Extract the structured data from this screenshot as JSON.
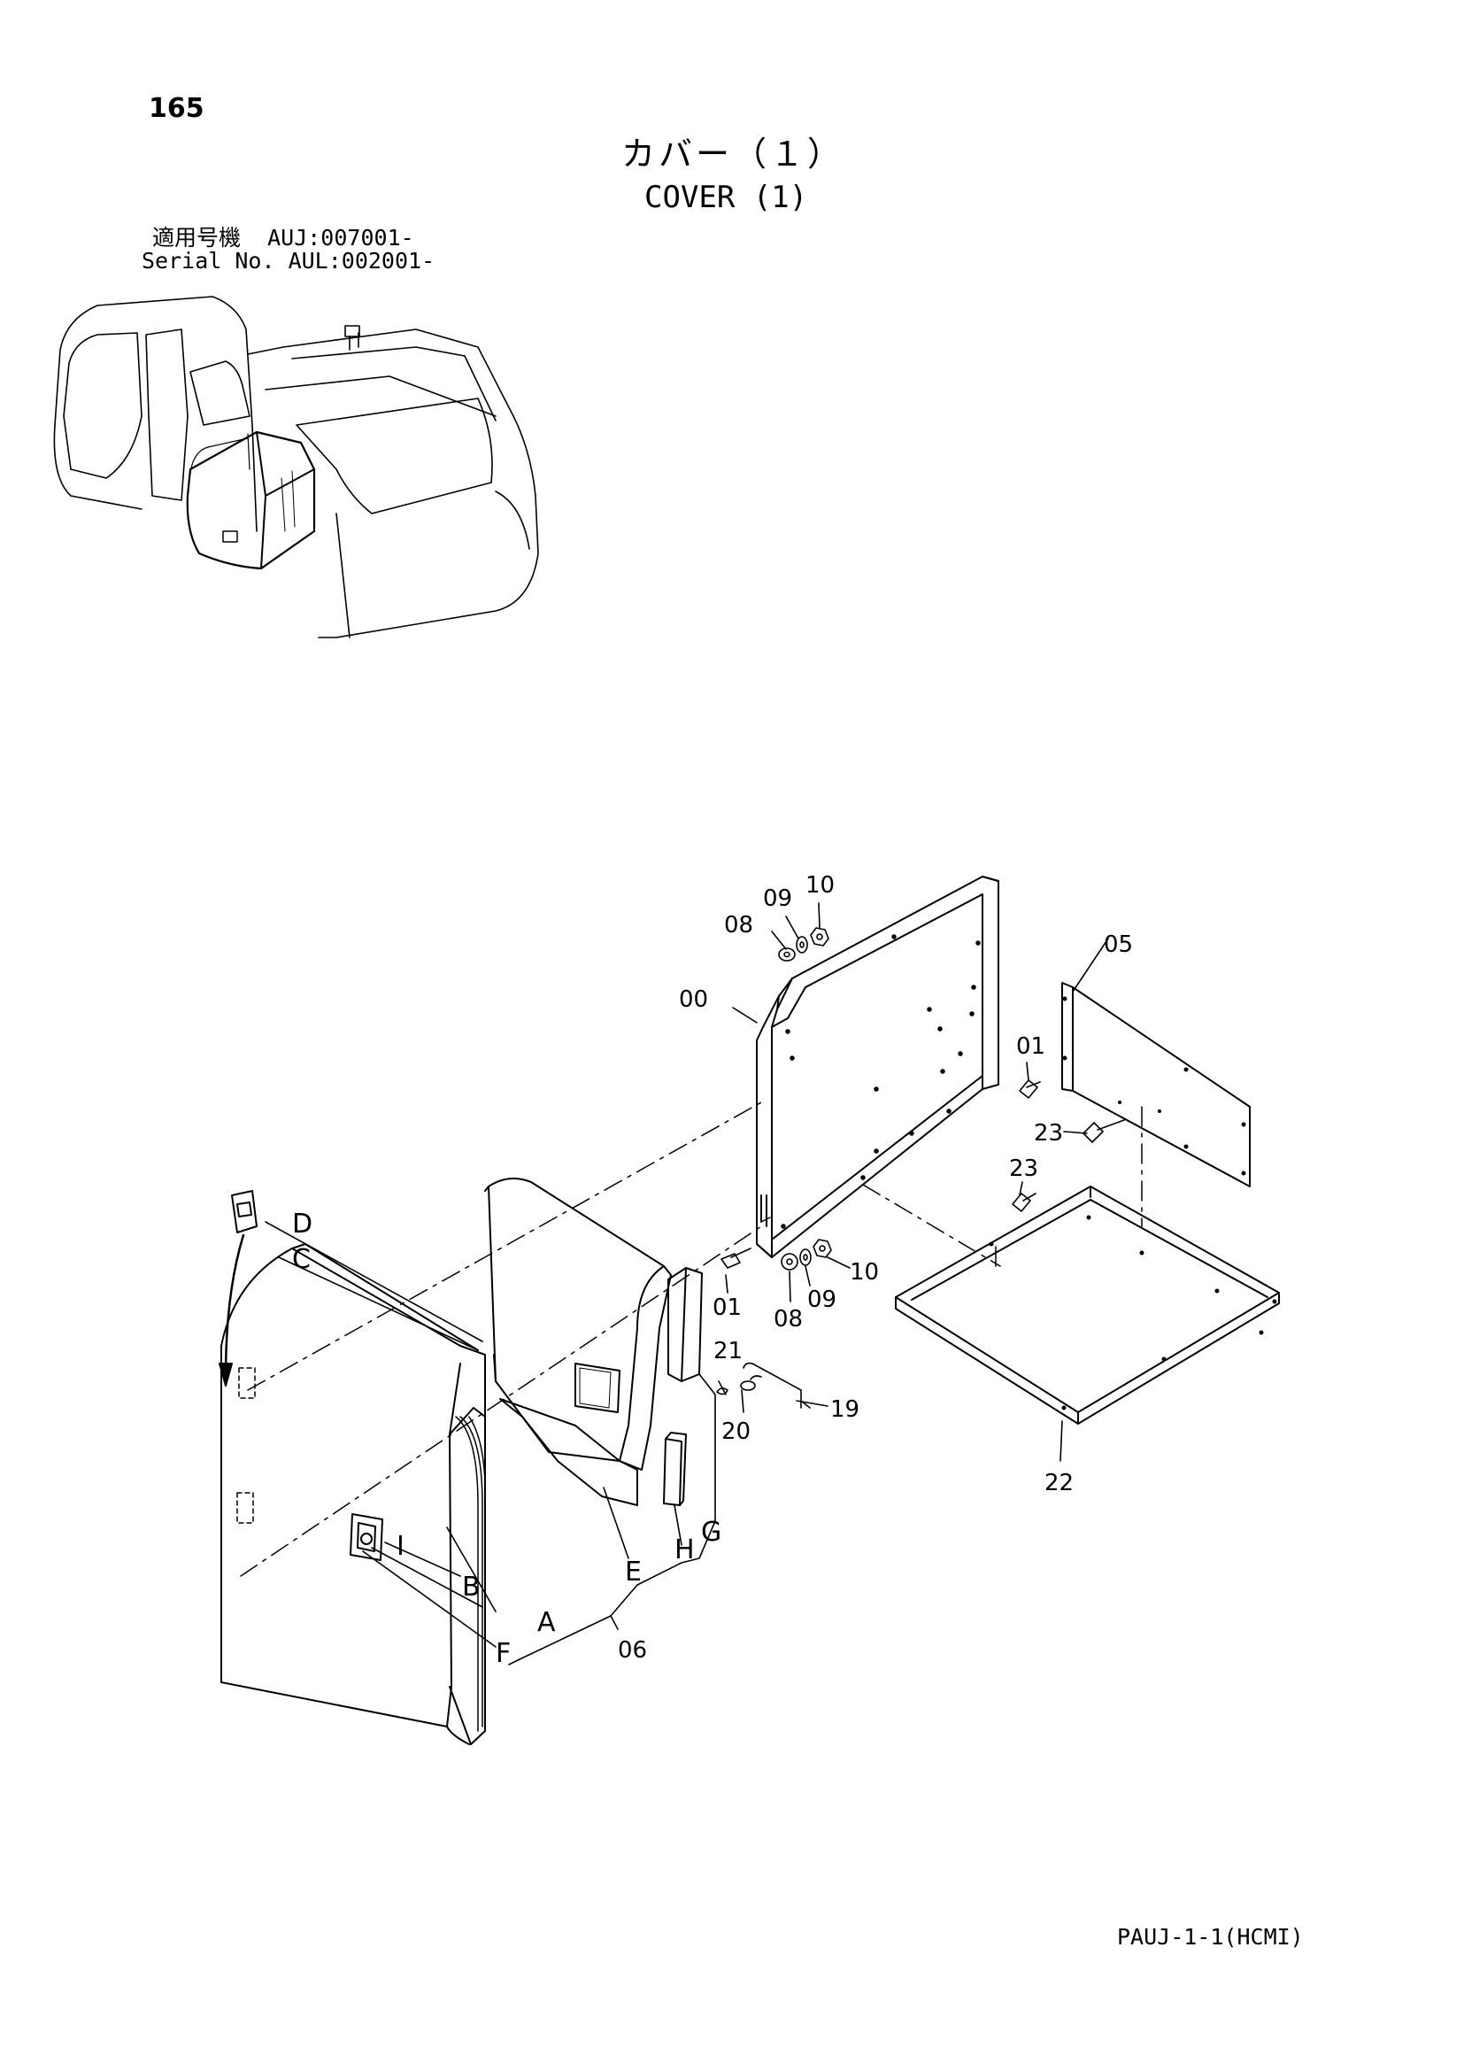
{
  "header": {
    "page_number": "165",
    "title_jp": "カバー（１）",
    "title_en": "COVER (1)",
    "serial_jp": "適用号機  AUJ:007001-",
    "serial_en": "Serial No. AUL:002001-"
  },
  "callouts": {
    "c00": "00",
    "c01a": "01",
    "c01b": "01",
    "c05": "05",
    "c06": "06",
    "c08a": "08",
    "c08b": "08",
    "c09a": "09",
    "c09b": "09",
    "c10a": "10",
    "c10b": "10",
    "c19": "19",
    "c20": "20",
    "c21": "21",
    "c22": "22",
    "c23a": "23",
    "c23b": "23",
    "A": "A",
    "B": "B",
    "C": "C",
    "D": "D",
    "E": "E",
    "F": "F",
    "G": "G",
    "H": "H",
    "I": "I"
  },
  "footer": {
    "code": "PAUJ-1-1(HCMI)"
  }
}
